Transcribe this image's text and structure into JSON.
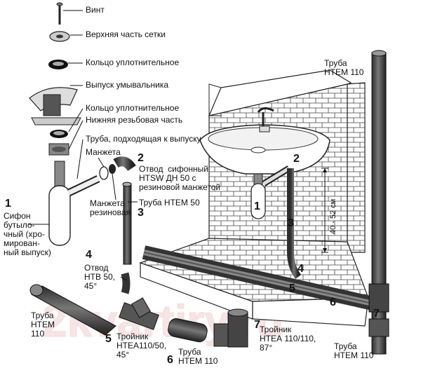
{
  "parts": {
    "screw": "Винт",
    "grid_top": "Верхняя часть сетки",
    "seal_ring_1": "Кольцо уплотнительное",
    "sink_outlet": "Выпуск умывальника",
    "seal_ring_2": "Кольцо уплотнительное",
    "lower_thread": "Нижняя резьбовая часть",
    "outlet_pipe": "Труба, подходящая к выпуску",
    "cuff": "Манжета",
    "rubber_cuff": "Манжета\nрезиновая"
  },
  "callouts": {
    "n1": "1",
    "siphon": "Сифон\nбутыло-\nчный (хро-\nмирован-\nный выпуск)",
    "n2": "2",
    "bend_htsw": "Отвод  сифонный\nHTSW ДН 50 с\nрезиновой манжетой",
    "n3": "3",
    "pipe_htem50": "Труба НТЕМ 50",
    "n4": "4",
    "bend_htb": "Отвод\nНТВ 50,\n45°",
    "pipe_htem110_left": "Труба\nНТЕМ\n110",
    "n5": "5",
    "tee_htea45": "Тройник\nНТЕА110/50,\n45°",
    "n6": "6",
    "pipe_htem110_bottom": "Труба\nНТЕМ 110",
    "n7": "7",
    "tee_htea87": "Тройник\nНТЕА 110/110,\n87°",
    "pipe_htem110_bottom_right": "Труба\nНТЕМ 110",
    "pipe_htem110_top": "Труба\nНТЕМ 110"
  },
  "scene_numbers": {
    "s1": "1",
    "s2": "2",
    "s3": "3",
    "s4": "4",
    "s5": "5",
    "s6": "6",
    "s7": "7"
  },
  "dimension": "40 - 52 см",
  "watermark": "2kvartiry.ru"
}
